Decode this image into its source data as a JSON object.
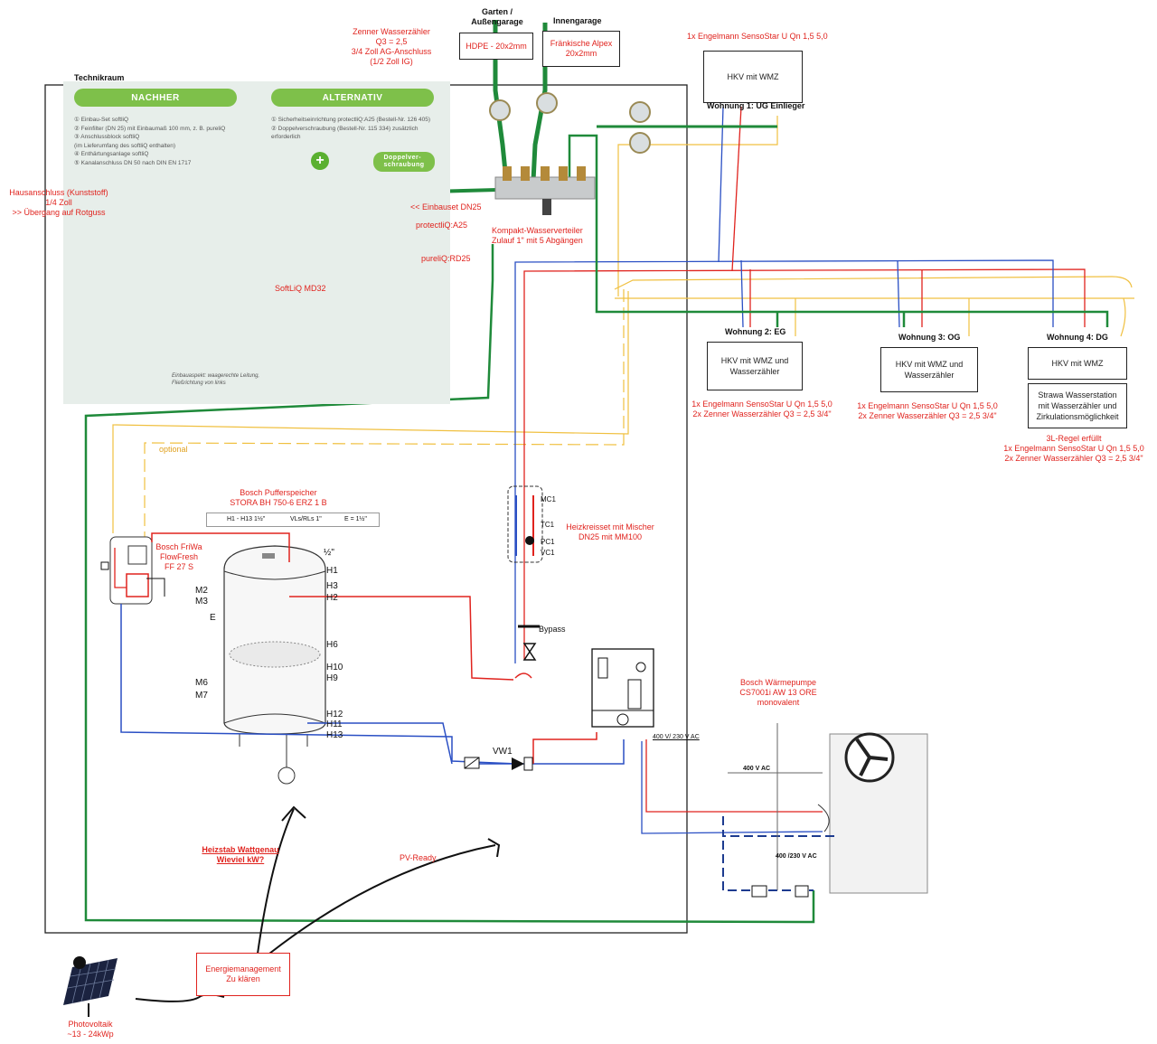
{
  "technikraum": "Technikraum",
  "panel": {
    "nachher": "NACHHER",
    "alternativ": "ALTERNATIV",
    "nachher_items": "① Einbau-Set softliQ\n② Feinfilter (DN 25) mit Einbaumaß 100 mm, z. B. pureliQ\n③ Anschlussblock softliQ\n    (im Lieferumfang des softliQ enthalten)\n④ Enthärtungsanlage softliQ\n⑤ Kanalanschluss DN 50 nach DIN EN 1717",
    "alternativ_items": "① Sicherheitseinrichtung protectliQ:A25 (Bestell-Nr. 126 405)\n② Doppelverschraubung (Bestell-Nr. 115 334) zusätzlich\n    erforderlich",
    "doppel": "Doppelver-\nschraubung",
    "hint": "Einbauaspekt: waagerechte Leitung,\nFließrichtung von links",
    "softliq": "SoftLiQ MD32"
  },
  "labels": {
    "hausanschluss": "Hausanschluss  (Kunststoff)\n1/4 Zoll\n>> Übergang auf Rotguss",
    "einbauset": "<< Einbauset DN25",
    "protectliq": "protectliQ:A25",
    "pureliq": "pureliQ:RD25",
    "zenner_main": "Zenner Wasserzähler\nQ3 = 2,5\n3/4 Zoll AG-Anschluss\n(1/2 Zoll IG)",
    "garten": "Garten /\nAußengarage",
    "innengarage": "Innengarage",
    "hdpe": "HDPE - 20x2mm",
    "alpex": "Fränkische Alpex\n20x2mm",
    "verteiler": "Kompakt-Wasserverteiler\nZulauf 1\" mit 5 Abgängen",
    "top_meter_note": "1x Engelmann SensoStar U Qn 1,5 5,0",
    "optional": "optional",
    "puffer_title": "Bosch Pufferspeicher\nSTORA BH 750-6 ERZ 1 B",
    "legend_h": "H1 - H13 1½\"",
    "legend_vl": "VLs/RLs 1\"",
    "legend_e": "E = 1½\"",
    "friwa": "Bosch FriWa\nFlowFresh\nFF 27 S",
    "heizkreis": "Heizkreisset mit Mischer\nDN25 mit MM100",
    "bypass": "Bypass",
    "wp": "Bosch Wärmepumpe\nCS7001i AW 13 ORE\nmonovalent",
    "v400_230": "400 V/ 230 V AC",
    "v400": "400 V AC",
    "v400_230b": "400 /230 V AC",
    "vw1": "VW1",
    "heizstab": "Heizstab Wattgenau\nWieviel kW?",
    "pvready": "PV-Ready",
    "photovoltaik": "Photovoltaik\n~13 - 24kWp",
    "note_eg": "1x Engelmann SensoStar U Qn 1,5 5,0\n2x Zenner Wasserzähler Q3 = 2,5 3/4\"",
    "note_og": "1x Engelmann SensoStar U Qn 1,5 5,0\n2x Zenner Wasserzähler Q3 = 2,5 3/4\"",
    "note_dg": "3L-Regel erfüllt\n1x Engelmann SensoStar U Qn 1,5 5,0\n2x Zenner Wasserzähler Q3 = 2,5 3/4\""
  },
  "tank_ports_right": [
    "½\"",
    "H1",
    "H3",
    "H2",
    "H6",
    "H10",
    "H9",
    "H12",
    "H11",
    "H13"
  ],
  "tank_ports_left": [
    "M2",
    "M3",
    "E",
    "M6",
    "M7"
  ],
  "valve_ports": [
    "MC1",
    "TC1",
    "PC1",
    "VC1"
  ],
  "boxes": {
    "ug": "HKV mit WMZ",
    "eg": "HKV mit WMZ und\nWasserzähler",
    "og": "HKV mit WMZ und\nWasserzähler",
    "dg": "HKV mit WMZ",
    "strawa": "Strawa Wasserstation\nmit Wasserzähler und\nZirkulationsmöglichkeit",
    "energie": "Energiemanagement\nZu klären"
  },
  "wohnungen": {
    "ug": "Wohnung 1: UG Einlieger",
    "eg": "Wohnung 2: EG",
    "og": "Wohnung 3: OG",
    "dg": "Wohnung 4: DG"
  },
  "colors": {
    "green": "#1f8a3a",
    "red": "#e0231e",
    "blue": "#2a4fc4",
    "yellow": "#f0c040",
    "navy": "#1d3b8f"
  }
}
